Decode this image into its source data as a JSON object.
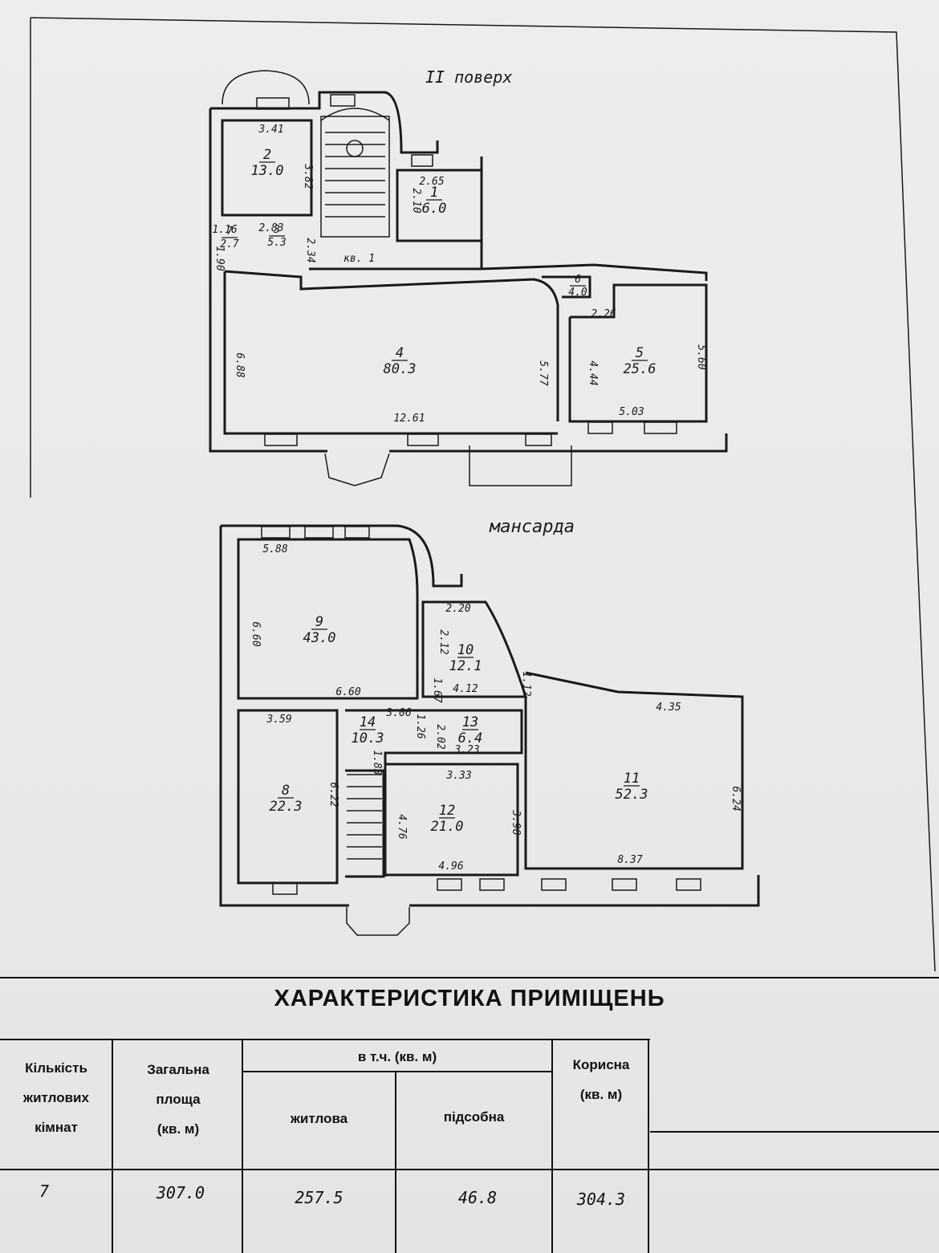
{
  "floors": {
    "second": {
      "label": "II поверх"
    },
    "attic": {
      "label": "мансарда"
    }
  },
  "rooms": [
    {
      "num": "2",
      "area": "13.0"
    },
    {
      "num": "1",
      "area": "6.0"
    },
    {
      "num": "3",
      "area": "5.3"
    },
    {
      "num": "7",
      "area": "2.7"
    },
    {
      "num": "4",
      "area": "80.3"
    },
    {
      "num": "6",
      "area": "4.0"
    },
    {
      "num": "5",
      "area": "25.6"
    },
    {
      "num": "9",
      "area": "43.0"
    },
    {
      "num": "10",
      "area": "12.1"
    },
    {
      "num": "14",
      "area": "10.3"
    },
    {
      "num": "13",
      "area": "6.4"
    },
    {
      "num": "8",
      "area": "22.3"
    },
    {
      "num": "12",
      "area": "21.0"
    },
    {
      "num": "11",
      "area": "52.3"
    }
  ],
  "apartment_label": "кв. 1",
  "dimensions": {
    "d341": "3.41",
    "d382": "3.82",
    "d265": "2.65",
    "d210": "2.10",
    "d283": "2.83",
    "d116": "1.16",
    "d190": "1.90",
    "d234": "2.34",
    "d688": "6.88",
    "d1261": "12.61",
    "d577": "5.77",
    "d444": "4.44",
    "d226": "2.26",
    "d560": "5.60",
    "d503": "5.03",
    "d588": "5.88",
    "d660a": "6.60",
    "d660b": "6.60",
    "d220": "2.20",
    "d212": "2.12",
    "d167": "1.67",
    "d412": "4.12",
    "d112": "1.12",
    "d359": "3.59",
    "d306": "3.06",
    "d126": "1.26",
    "d202": "2.02",
    "d323": "3.23",
    "d435": "4.35",
    "d622": "6.22",
    "d183": "1.83",
    "d333": "3.33",
    "d476": "4.76",
    "d398": "3.98",
    "d496": "4.96",
    "d837": "8.37",
    "d624": "6.24"
  },
  "table": {
    "title": "ХАРАКТЕРИСТИКА ПРИМІЩЕНЬ",
    "headers": {
      "rooms_count": [
        "Кількість",
        "житлових",
        "кімнат"
      ],
      "total_area": [
        "Загальна",
        "площа",
        "(кв. м)"
      ],
      "incl": "в т.ч. (кв. м)",
      "living": "житлова",
      "auxiliary": "підсобна",
      "useful": [
        "Корисна",
        "(кв. м)"
      ]
    },
    "values": {
      "rooms_count": "7",
      "total_area": "307.0",
      "living": "257.5",
      "auxiliary": "46.8",
      "useful": "304.3"
    }
  }
}
